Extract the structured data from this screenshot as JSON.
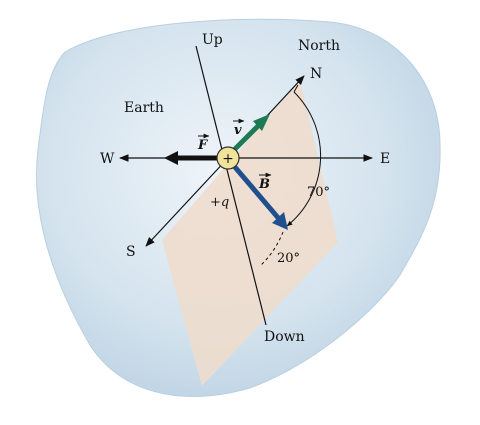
{
  "labels": {
    "up": "Up",
    "north": "North",
    "n": "N",
    "earth": "Earth",
    "w": "W",
    "e": "E",
    "s": "S",
    "down": "Down",
    "charge_sign": "+",
    "charge_label": "+q",
    "force": "F",
    "velocity": "v",
    "field": "B",
    "angle_70": "70°",
    "angle_20": "20°"
  },
  "colors": {
    "earth_fill": "#c9dcea",
    "plane_fill": "#f0dccb",
    "velocity": "#1e7a55",
    "field": "#1f4f8c",
    "force": "#111111",
    "charge_fill": "#f1e39a"
  }
}
